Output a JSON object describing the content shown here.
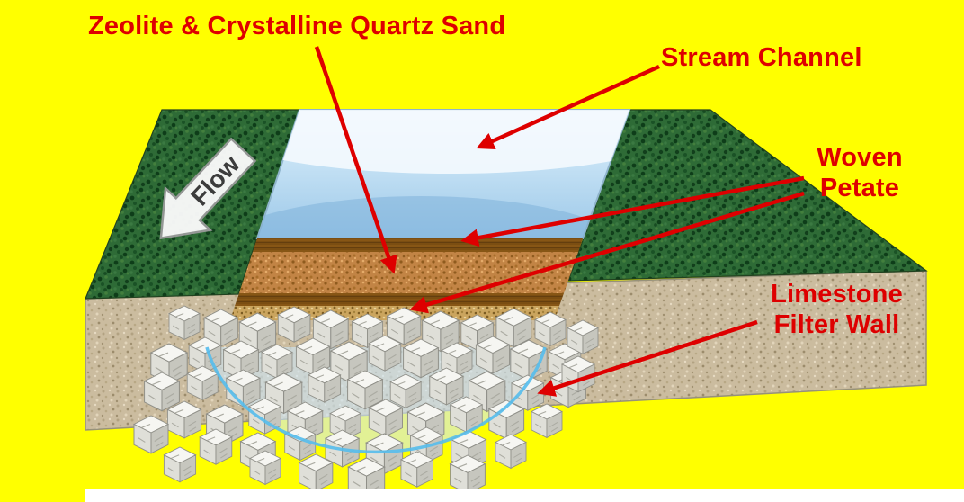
{
  "figure": {
    "background": "#FFFF00",
    "labels": {
      "sand": "Zeolite & Crystalline Quartz Sand",
      "stream": "Stream Channel",
      "woven1": "Woven",
      "woven2": "Petate",
      "lime1": "Limestone",
      "lime2": "Filter Wall",
      "flow": "Flow"
    },
    "colors": {
      "label_red": "#DE0000",
      "arrow_red": "#DE0000",
      "water_blue": "#BCDCF2",
      "grass_green": "#2E6B36",
      "soil_tan": "#CBBC9F",
      "sand_layer_brown": "#C28445",
      "woven_petate_brown": "#7B4E12",
      "limestone_white": "#E9E9E4",
      "bowl_outline_cyan": "#55BCEC"
    }
  }
}
